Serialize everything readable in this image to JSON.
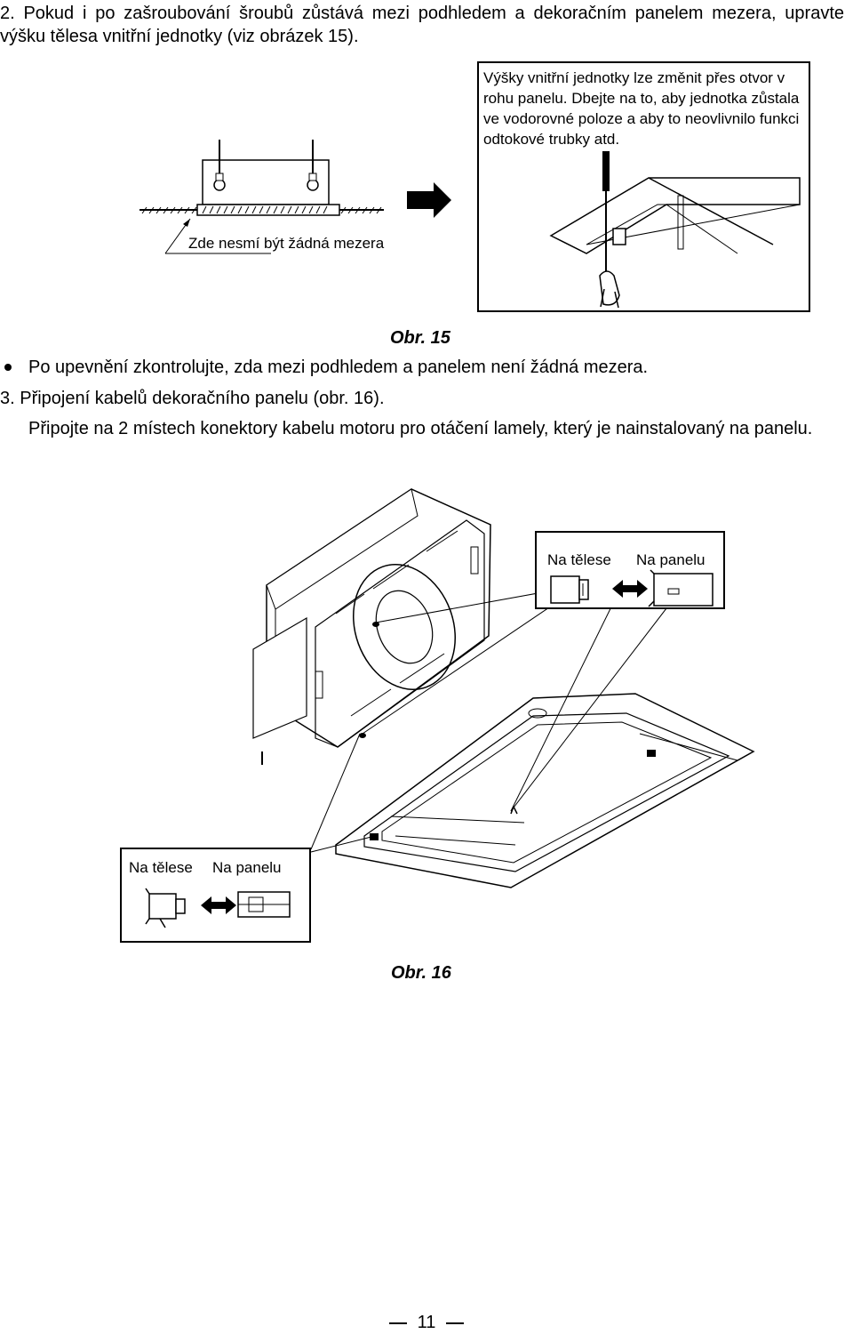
{
  "step2": {
    "text": "2. Pokud i po zašroubování šroubů zůstává mezi podhledem a dekoračním panelem mezera, upravte výšku tělesa vnitřní jednotky (viz obrázek 15)."
  },
  "fig15": {
    "gap_label": "Zde nesmí být žádná mezera",
    "note": "Výšky vnitřní jednotky lze změnit přes otvor v rohu panelu. Dbejte na to, aby jednotka zůstala ve vodorovné poloze a aby to neovlivnilo funkci odtokové trubky atd.",
    "caption": "Obr. 15"
  },
  "bullet_text": "Po upevnění zkontrolujte, zda mezi podhledem a panelem není žádná mezera.",
  "step3": {
    "title": "3. Připojení kabelů dekoračního panelu (obr. 16).",
    "text": "Připojte na 2 místech konektory kabelu motoru pro otáčení lamely, který je nainstalovaný na panelu."
  },
  "fig16": {
    "top_box": {
      "label_body": "Na tělese",
      "label_panel": "Na panelu"
    },
    "bottom_box": {
      "label_body": "Na tělese",
      "label_panel": "Na panelu"
    },
    "caption": "Obr. 16"
  },
  "page_number": "11",
  "icons": {
    "arrow": "right-arrow-icon",
    "double_arrow": "double-arrow-icon"
  }
}
